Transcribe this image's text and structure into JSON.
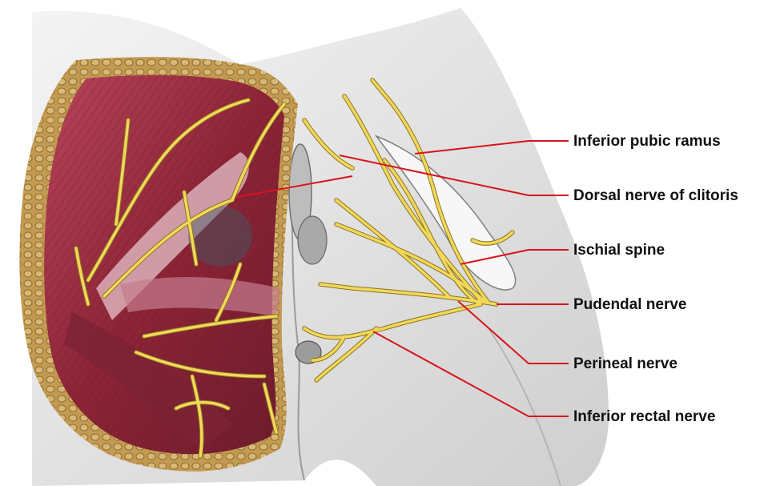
{
  "labels": [
    {
      "id": "inferior-pubic-ramus",
      "text": "Inferior pubic ramus"
    },
    {
      "id": "dorsal-nerve-of-clitoris",
      "text": "Dorsal nerve of clitoris"
    },
    {
      "id": "ischial-spine",
      "text": "Ischial spine"
    },
    {
      "id": "pudendal-nerve",
      "text": "Pudendal nerve"
    },
    {
      "id": "perineal-nerve",
      "text": "Perineal nerve"
    },
    {
      "id": "inferior-rectal-nerve",
      "text": "Inferior rectal nerve"
    }
  ],
  "colors": {
    "leader_line": "#d8141c",
    "nerve": "#f2d85a",
    "nerve_outline": "#8a7420",
    "muscle": "#9b2a3e",
    "fat": "#c9a45a",
    "skin": "#e9e9e9"
  }
}
